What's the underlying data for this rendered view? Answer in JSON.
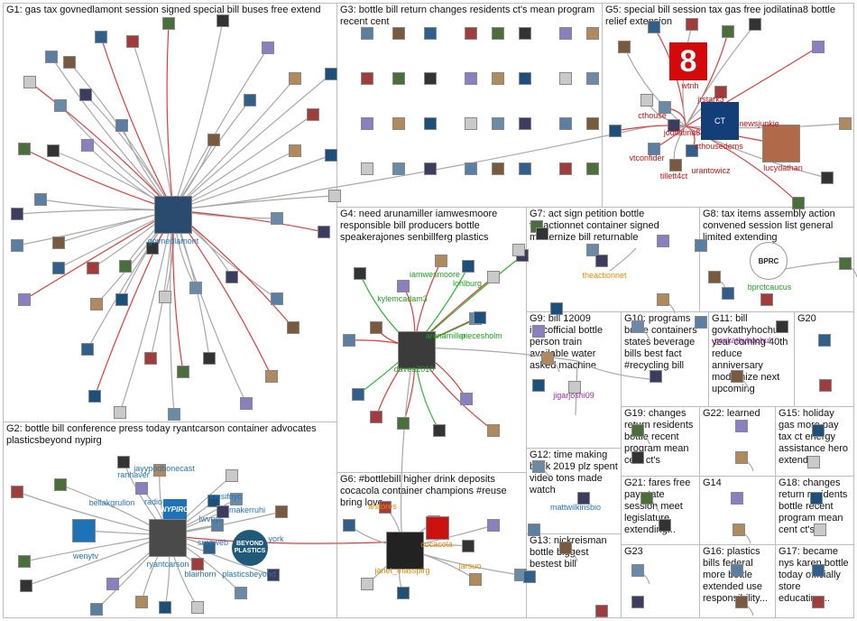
{
  "groups": [
    {
      "id": "G1",
      "title": "G1: gas tax govnedlamont session signed special bill buses free extend"
    },
    {
      "id": "G2",
      "title": "G2: bottle bill conference press today ryantcarson container advocates plasticsbeyond nypirg"
    },
    {
      "id": "G3",
      "title": "G3: bottle bill return changes residents ct's mean program recent cent"
    },
    {
      "id": "G4",
      "title": "G4: need arunamiller iamwesmoore responsible bill producers bottle speakerajones senbillferg plastics"
    },
    {
      "id": "G5",
      "title": "G5: special bill session tax gas free jodilatina8 bottle relief extension"
    },
    {
      "id": "G6",
      "title": "G6: #bottlebill higher drink deposits cocacola container champions #reuse bring love"
    },
    {
      "id": "G7",
      "title": "G7: act sign petition bottle theactionnet container signed modernize bill returnable"
    },
    {
      "id": "G8",
      "title": "G8: tax items assembly action convened session list general limited extending"
    },
    {
      "id": "G9",
      "title": "G9: bill 12009 irctcofficial bottle person train available water asked machine"
    },
    {
      "id": "G10",
      "title": "G10: programs bottle containers states beverage bills best fact #recycling bill"
    },
    {
      "id": "G11",
      "title": "G11: bill govkathyhochul year coming 40th reduce anniversary modernize next upcoming"
    },
    {
      "id": "G12",
      "title": "G12: time making back 2019 plz spent video tons made watch"
    },
    {
      "id": "G13",
      "title": "G13: nickreisman bottle biggest bestest bill"
    },
    {
      "id": "G14",
      "title": "G14"
    },
    {
      "id": "G15",
      "title": "G15: holiday gas more pay tax ct energy assistance hero extends"
    },
    {
      "id": "G16",
      "title": "G16: plastics bills federal more bottle extended use responsibility..."
    },
    {
      "id": "G17",
      "title": "G17: became nys karen bottle today officially store educating..."
    },
    {
      "id": "G18",
      "title": "G18: changes return residents bottle recent program mean cent ct's"
    },
    {
      "id": "G19",
      "title": "G19: changes return residents bottle recent program mean cent ct's"
    },
    {
      "id": "G20",
      "title": "G20"
    },
    {
      "id": "G21",
      "title": "G21: fares free pay state session meet legislature extending..."
    },
    {
      "id": "G22",
      "title": "G22: learned"
    },
    {
      "id": "G23",
      "title": "G23"
    }
  ],
  "labels": {
    "govnedlamont": "govnedlamont",
    "ranhaver": "ranhaver",
    "jayypodbonecast": "jayypodbonecast",
    "bellakgrullon": "bellakgrullon",
    "radio": "radio",
    "tousifnyc": "tousifnyc",
    "makerruhi": "makerruhi",
    "lwvnys": "lwvnys",
    "sureweb": "sureweb",
    "wenytv": "wenytv",
    "ryantcarson": "ryantcarson",
    "york": "york",
    "plasticsbeyond": "plasticsbeyond",
    "blairhorn": "blairhorn",
    "iamwesmoore": "iamwesmoore",
    "kylemcadam3": "kylemcadam3",
    "lohlburg": "lohlburg",
    "arunamiller": "arunamiller",
    "piecesholm": "piecesholm",
    "davea2010": "davea2010",
    "wtnh": "wtnh",
    "jrstark3": "jrstark3",
    "cthouse": "cthouse",
    "jodilatina8": "jodilatina8",
    "ctnewsjunkie": "ctnewsjunkie",
    "vtconfider": "vtconfider",
    "cthousedems": "cthousedems",
    "tillett4ct": "tillett4ct",
    "urantowicz": "urantowicz",
    "lucydathan": "lucydathan",
    "theactionnet": "theactionnet",
    "bprctcaucus": "bprctcaucus",
    "bprc": "BPRC",
    "jigarjoshi09": "jigarjoshi09",
    "govkathyhochul": "govkathyhochul",
    "mattwilkinsbio": "mattwilkinsbio",
    "janet_masspirg": "janet_masspirg",
    "cocacola": "cocacola",
    "jarsuo": "jarsuo",
    "lestores": "lestores",
    "nypirg": "NYPIRG",
    "beyond": "BEYOND PLASTICS",
    "cth": "CT",
    "eight": "8"
  },
  "colors": {
    "edge_gray": "#a8a8a8",
    "edge_red": "#e23b3b",
    "edge_green": "#2cb52c",
    "label_blue": "#2274b5",
    "label_green": "#1f9e1f",
    "label_red": "#c41010",
    "label_orange": "#e08a00",
    "label_purple": "#9a2aa6",
    "label_teal": "#1a8fa0"
  }
}
